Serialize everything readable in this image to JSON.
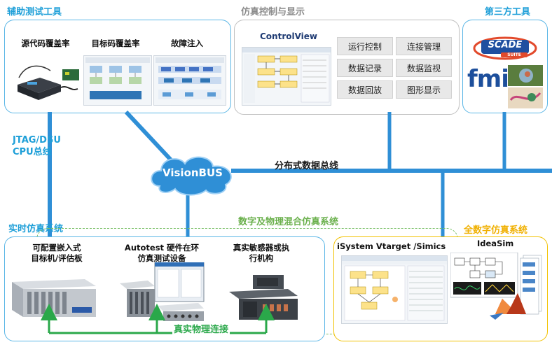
{
  "sections": {
    "test_tools": "辅助测试工具",
    "control": "仿真控制与显示",
    "third_party": "第三方工具",
    "realtime": "实时仿真系统",
    "mixed": "数字及物理混合仿真系统",
    "full_digital": "全数字仿真系统"
  },
  "test_tools": {
    "items": [
      "源代码覆盖率",
      "目标码覆盖率",
      "故障注入"
    ]
  },
  "control": {
    "app_name": "ControlView",
    "buttons": [
      "运行控制",
      "连接管理",
      "数据记录",
      "数据监视",
      "数据回放",
      "图形显示"
    ]
  },
  "third_party": {
    "scade_logo": "SCADE",
    "scade_suite": "SUITE",
    "fmi_logo": "fmi"
  },
  "bus": {
    "jtag": "JTAG/DSU",
    "cpu_bus": "CPU总线",
    "visionbus": "VisionBUS",
    "distributed": "分布式数据总线",
    "physical": "真实物理连接"
  },
  "realtime": {
    "items": [
      "可配置嵌入式\n目标机/评估板",
      "Autotest 硬件在环\n仿真测试设备",
      "真实敏感器或执\n行机构"
    ]
  },
  "full_digital": {
    "left": "iSystem Vtarget /Simics",
    "right": "IdeaSim"
  },
  "colors": {
    "accent_blue": "#1e9fd8",
    "bus_blue": "#2f8fd6",
    "green": "#6ab04c",
    "orange": "#f0b000",
    "panel_border": "#5bb6e6"
  }
}
